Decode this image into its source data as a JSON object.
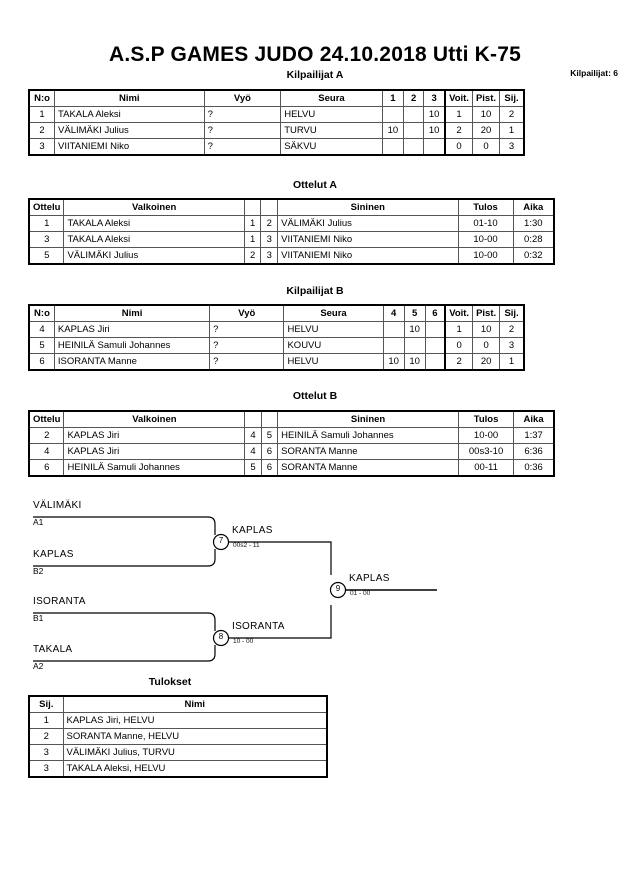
{
  "header": {
    "title": "A.S.P GAMES JUDO  24.10.2018  Utti   K-75",
    "competitor_count_label": "Kilpailijat: 6"
  },
  "pool_a": {
    "caption": "Kilpailijat A",
    "columns": [
      "N:o",
      "Nimi",
      "Vyö",
      "Seura",
      "1",
      "2",
      "3",
      "Voit.",
      "Pist.",
      "Sij."
    ],
    "rows": [
      {
        "no": "1",
        "nimi": "TAKALA Aleksi",
        "vyo": "?",
        "seura": "HELVU",
        "m1": "",
        "m2": "",
        "m3": "10",
        "voit": "1",
        "pist": "10",
        "sij": "2"
      },
      {
        "no": "2",
        "nimi": "VÄLIMÄKI Julius",
        "vyo": "?",
        "seura": "TURVU",
        "m1": "10",
        "m2": "",
        "m3": "10",
        "voit": "2",
        "pist": "20",
        "sij": "1"
      },
      {
        "no": "3",
        "nimi": "VIITANIEMI Niko",
        "vyo": "?",
        "seura": "SÄKVU",
        "m1": "",
        "m2": "",
        "m3": "",
        "voit": "0",
        "pist": "0",
        "sij": "3"
      }
    ]
  },
  "matches_a": {
    "caption": "Ottelut A",
    "columns": [
      "Ottelu",
      "Valkoinen",
      "",
      "",
      "Sininen",
      "Tulos",
      "Aika"
    ],
    "rows": [
      {
        "ottelu": "1",
        "valkoinen": "TAKALA Aleksi",
        "nw": "1",
        "nb": "2",
        "sininen": "VÄLIMÄKI Julius",
        "tulos": "01-10",
        "aika": "1:30"
      },
      {
        "ottelu": "3",
        "valkoinen": "TAKALA Aleksi",
        "nw": "1",
        "nb": "3",
        "sininen": "VIITANIEMI Niko",
        "tulos": "10-00",
        "aika": "0:28"
      },
      {
        "ottelu": "5",
        "valkoinen": "VÄLIMÄKI Julius",
        "nw": "2",
        "nb": "3",
        "sininen": "VIITANIEMI Niko",
        "tulos": "10-00",
        "aika": "0:32"
      }
    ]
  },
  "pool_b": {
    "caption": "Kilpailijat B",
    "columns": [
      "N:o",
      "Nimi",
      "Vyö",
      "Seura",
      "4",
      "5",
      "6",
      "Voit.",
      "Pist.",
      "Sij."
    ],
    "rows": [
      {
        "no": "4",
        "nimi": "KAPLAS Jiri",
        "vyo": "?",
        "seura": "HELVU",
        "m1": "",
        "m2": "10",
        "m3": "",
        "voit": "1",
        "pist": "10",
        "sij": "2"
      },
      {
        "no": "5",
        "nimi": "HEINILÄ Samuli Johannes",
        "vyo": "?",
        "seura": "KOUVU",
        "m1": "",
        "m2": "",
        "m3": "",
        "voit": "0",
        "pist": "0",
        "sij": "3"
      },
      {
        "no": "6",
        "nimi": "ISORANTA Manne",
        "vyo": "?",
        "seura": "HELVU",
        "m1": "10",
        "m2": "10",
        "m3": "",
        "voit": "2",
        "pist": "20",
        "sij": "1"
      }
    ]
  },
  "matches_b": {
    "caption": "Ottelut B",
    "columns": [
      "Ottelu",
      "Valkoinen",
      "",
      "",
      "Sininen",
      "Tulos",
      "Aika"
    ],
    "rows": [
      {
        "ottelu": "2",
        "valkoinen": "KAPLAS Jiri",
        "nw": "4",
        "nb": "5",
        "sininen": "HEINILÄ Samuli Johannes",
        "tulos": "10-00",
        "aika": "1:37"
      },
      {
        "ottelu": "4",
        "valkoinen": "KAPLAS Jiri",
        "nw": "4",
        "nb": "6",
        "sininen": "SORANTA Manne",
        "tulos": "00s3-10",
        "aika": "6:36"
      },
      {
        "ottelu": "6",
        "valkoinen": "HEINILÄ Samuli Johannes",
        "nw": "5",
        "nb": "6",
        "sininen": "SORANTA Manne",
        "tulos": "00-11",
        "aika": "0:36"
      }
    ]
  },
  "bracket": {
    "entrants": [
      {
        "name": "VÄLIMÄKI",
        "seed": "A1"
      },
      {
        "name": "KAPLAS",
        "seed": "B2"
      },
      {
        "name": "ISORANTA",
        "seed": "B1"
      },
      {
        "name": "TAKALA",
        "seed": "A2"
      }
    ],
    "semifinals": [
      {
        "number": "7",
        "winner": "KAPLAS",
        "score": "00s2 - 11"
      },
      {
        "number": "8",
        "winner": "ISORANTA",
        "score": "10 - 00"
      }
    ],
    "final": {
      "number": "9",
      "winner": "KAPLAS",
      "score": "01 - 00"
    }
  },
  "results": {
    "caption": "Tulokset",
    "columns": [
      "Sij.",
      "Nimi"
    ],
    "rows": [
      {
        "sij": "1",
        "nimi": "KAPLAS Jiri, HELVU"
      },
      {
        "sij": "2",
        "nimi": " SORANTA Manne, HELVU"
      },
      {
        "sij": "3",
        "nimi": "VÄLIMÄKI Julius, TURVU"
      },
      {
        "sij": "3",
        "nimi": "TAKALA Aleksi, HELVU"
      }
    ]
  }
}
